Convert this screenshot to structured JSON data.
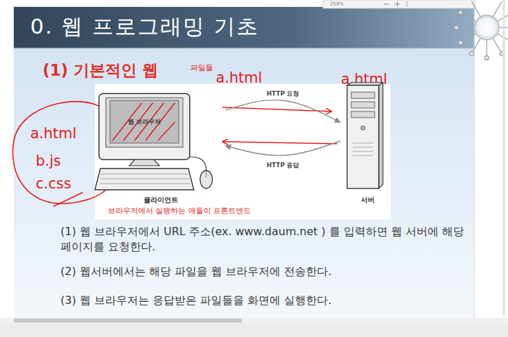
{
  "diagram": {
    "title": "0. 웹 프로그래밍 기초",
    "nodes": [
      {
        "text": [
          "클라이언트"
        ]
      },
      {
        "text": [
          "웹 브라우저"
        ],
        "in": 0
      },
      {
        "text": [
          "서버"
        ]
      }
    ],
    "edges": [
      {
        "from": 0,
        "to": 2,
        "arrow": "to",
        "label": "HTTP 요청"
      },
      {
        "from": 2,
        "to": 0,
        "arrow": "to",
        "label": "HTTP 응답"
      }
    ],
    "labels": [
      "250%",
      "(1) 기본적인 웹",
      "파일들",
      "a.html",
      "a.html",
      "a.html",
      "b.js",
      "c.css",
      "브라우저에서 실행하는 애들이 프론트엔드",
      "(1) 웹 브라우저에서 URL 주소(ex. www.daum.net ) 를 입력하면 웹 서버에 해당 페이지를 요청한다.",
      "(2) 웹서버에서는 해당 파일을 웹 브라우저에 전송한다.",
      "(3) 웹 브라우저는 응답받은 파일들을 화면에 실행한다."
    ]
  }
}
